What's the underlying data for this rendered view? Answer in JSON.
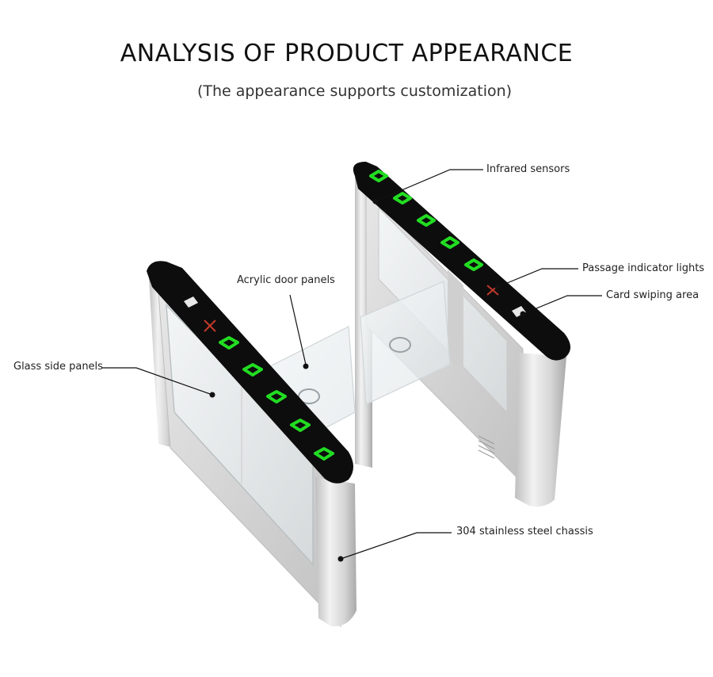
{
  "title": "ANALYSIS OF PRODUCT APPEARANCE",
  "subtitle": "(The appearance supports customization)",
  "labels": {
    "infrared": "Infrared sensors",
    "passage": "Passage indicator lights",
    "card": "Card swiping area",
    "acrylic": "Acrylic door panels",
    "glass": "Glass side panels",
    "chassis": "304 stainless steel chassis"
  },
  "colors": {
    "arrow_green": "#22dd22",
    "top_panel": "#0d0d0d",
    "cross_red": "#c0392b",
    "steel": "#d9d9d9"
  }
}
